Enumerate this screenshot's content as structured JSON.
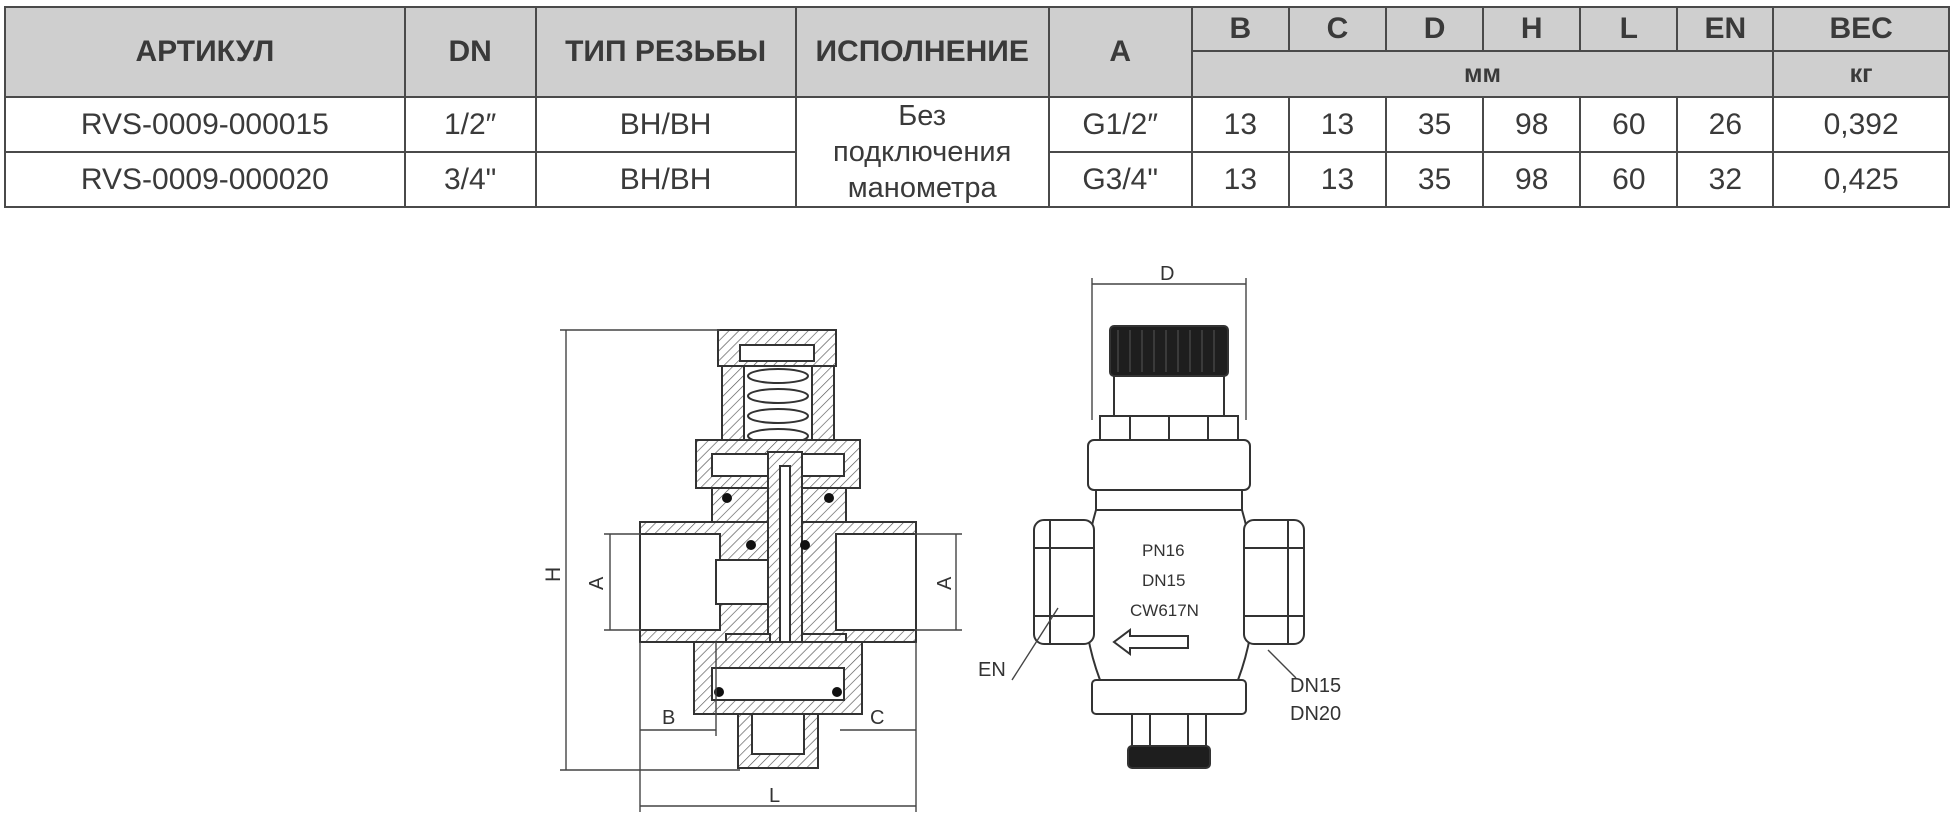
{
  "table": {
    "headers": {
      "article": "АРТИКУЛ",
      "dn": "DN",
      "thread_type": "ТИП РЕЗЬБЫ",
      "execution": "ИСПОЛНЕНИЕ",
      "a": "A",
      "b": "B",
      "c": "C",
      "d": "D",
      "h": "H",
      "l": "L",
      "en": "EN",
      "weight": "ВЕС"
    },
    "units": {
      "dimensions": "мм",
      "weight": "кг"
    },
    "rows": [
      {
        "article": "RVS-0009-000015",
        "dn": "1/2″",
        "thread_type": "ВН/ВН",
        "a": "G1/2″",
        "b": "13",
        "c": "13",
        "d": "35",
        "h": "98",
        "l": "60",
        "en": "26",
        "weight": "0,392"
      },
      {
        "article": "RVS-0009-000020",
        "dn": "3/4\"",
        "thread_type": "ВН/ВН",
        "a": "G3/4\"",
        "b": "13",
        "c": "13",
        "d": "35",
        "h": "98",
        "l": "60",
        "en": "32",
        "weight": "0,425"
      }
    ],
    "execution_merged": [
      "Без",
      "подключения",
      "манометра"
    ]
  },
  "section_drawing": {
    "labels": {
      "h": "H",
      "a_left": "A",
      "a_right": "A",
      "b": "B",
      "c": "C",
      "l": "L"
    }
  },
  "exterior_drawing": {
    "labels": {
      "d": "D",
      "en": "EN",
      "dn15": "DN15",
      "dn20": "DN20"
    },
    "body_marking": [
      "PN16",
      "DN15",
      "CW617N"
    ]
  }
}
